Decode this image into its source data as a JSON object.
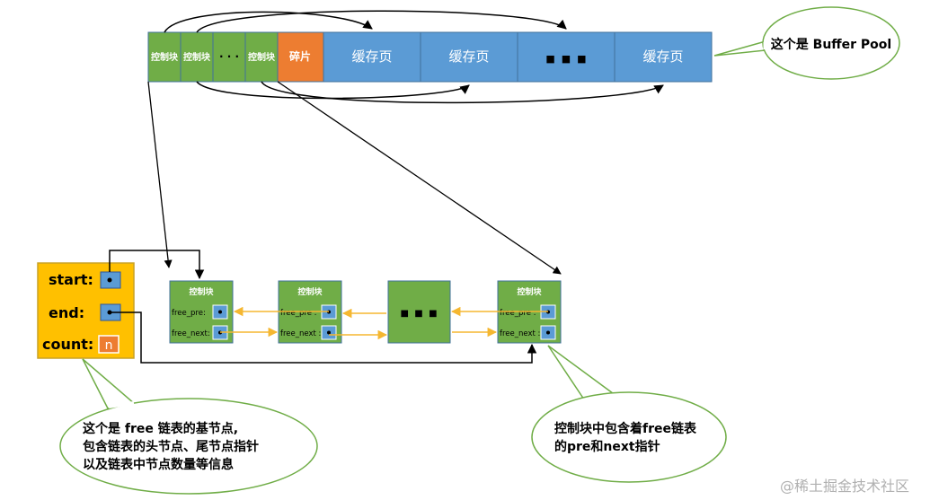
{
  "buffer_pool": {
    "control_block": "控制块",
    "ellipsis_small": "· · ·",
    "fragment": "碎片",
    "cache_page": "缓存页",
    "ellipsis_big": "■  ■  ■"
  },
  "callouts": {
    "buffer_pool": "这个是 Buffer Pool",
    "base_node_lines": [
      "这个是 free 链表的基节点,",
      "包含链表的头节点、尾节点指针",
      "以及链表中节点数量等信息"
    ],
    "control_block_lines": [
      "控制块中包含着free链表",
      "的pre和next指针"
    ]
  },
  "base_node": {
    "start": "start:",
    "end": "end:",
    "count": "count:",
    "count_value": "n"
  },
  "free_list": {
    "block_title": "控制块",
    "free_pre_1": "free_pre:",
    "free_next_1": "free_next:",
    "free_pre_2": "free_pre :",
    "free_next_2": "free_next :",
    "ellipsis": "■  ■  ■"
  },
  "watermark": "@稀土掘金技术社区",
  "colors": {
    "green": "#70AD47",
    "blue": "#5B9BD5",
    "orange": "#ED7D31",
    "yellow": "#FFC000",
    "arrow_yellow": "#F5B731",
    "callout_border": "#70AD47"
  }
}
